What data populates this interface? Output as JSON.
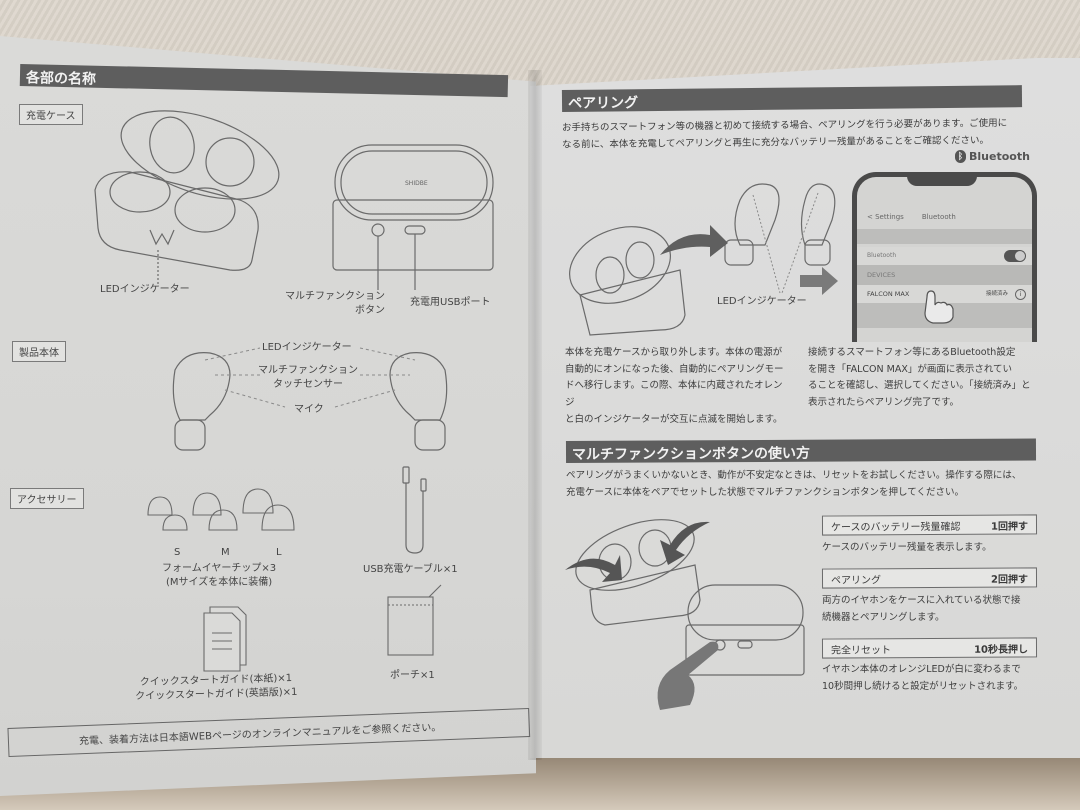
{
  "left_page": {
    "section_title": "各部の名称",
    "charging_case": {
      "tag": "充電ケース",
      "labels": {
        "led_indicator": "LEDインジケーター",
        "multifunction_button_line1": "マルチファンクション",
        "multifunction_button_line2": "ボタン",
        "usb_port": "充電用USBポート"
      },
      "case_logo": "SHIDBE"
    },
    "product_body": {
      "tag": "製品本体",
      "labels": {
        "led_indicator": "LEDインジケーター",
        "touch_sensor_line1": "マルチファンクション",
        "touch_sensor_line2": "タッチセンサー",
        "mic": "マイク"
      }
    },
    "accessories": {
      "tag": "アクセサリー",
      "sizes": [
        "S",
        "M",
        "L"
      ],
      "ear_tips_line1": "フォームイヤーチップ×3",
      "ear_tips_line2": "(Mサイズを本体に装備)",
      "usb_cable": "USB充電ケーブル×1",
      "guide_line1": "クイックスタートガイド(本紙)×1",
      "guide_line2": "クイックスタートガイド(英語版)×1",
      "pouch": "ポーチ×1"
    },
    "footer_note": "充電、装着方法は日本語WEBページのオンラインマニュアルをご参照ください。"
  },
  "right_page": {
    "pairing": {
      "section_title": "ペアリング",
      "intro_line1": "お手持ちのスマートフォン等の機器と初めて接続する場合、ペアリングを行う必要があります。ご使用に",
      "intro_line2": "なる前に、本体を充電してペアリングと再生に充分なバッテリー残量があることをご確認ください。",
      "bluetooth_logo": "Bluetooth",
      "led_label": "LEDインジケーター",
      "phone_screen": {
        "back": "< Settings",
        "title": "Bluetooth",
        "toggle_label": "Bluetooth",
        "devices_label": "DEVICES",
        "device_name": "FALCON MAX",
        "device_status": "接続済み"
      },
      "step1_text": [
        "本体を充電ケースから取り外します。本体の電源が",
        "自動的にオンになった後、自動的にペアリングモー",
        "ドへ移行します。この際、本体に内蔵されたオレンジ",
        "と白のインジケーターが交互に点滅を開始します。"
      ],
      "step2_text": [
        "接続するスマートフォン等にあるBluetooth設定",
        "を開き「FALCON MAX」が画面に表示されてい",
        "ることを確認し、選択してください。「接続済み」と",
        "表示されたらペアリング完了です。"
      ]
    },
    "multifunction": {
      "section_title": "マルチファンクションボタンの使い方",
      "intro_line1": "ペアリングがうまくいかないとき、動作が不安定なときは、リセットをお試しください。操作する際には、",
      "intro_line2": "充電ケースに本体をペアでセットした状態でマルチファンクションボタンを押してください。",
      "functions": [
        {
          "name": "ケースのバッテリー残量確認",
          "action": "1回押す",
          "desc": [
            "ケースのバッテリー残量を表示します。"
          ]
        },
        {
          "name": "ペアリング",
          "action": "2回押す",
          "desc": [
            "両方のイヤホンをケースに入れている状態で接",
            "続機器とペアリングします。"
          ]
        },
        {
          "name": "完全リセット",
          "action": "10秒長押し",
          "desc": [
            "イヤホン本体のオレンジLEDが白に変わるまで",
            "10秒間押し続けると設定がリセットされます。"
          ]
        }
      ]
    }
  }
}
